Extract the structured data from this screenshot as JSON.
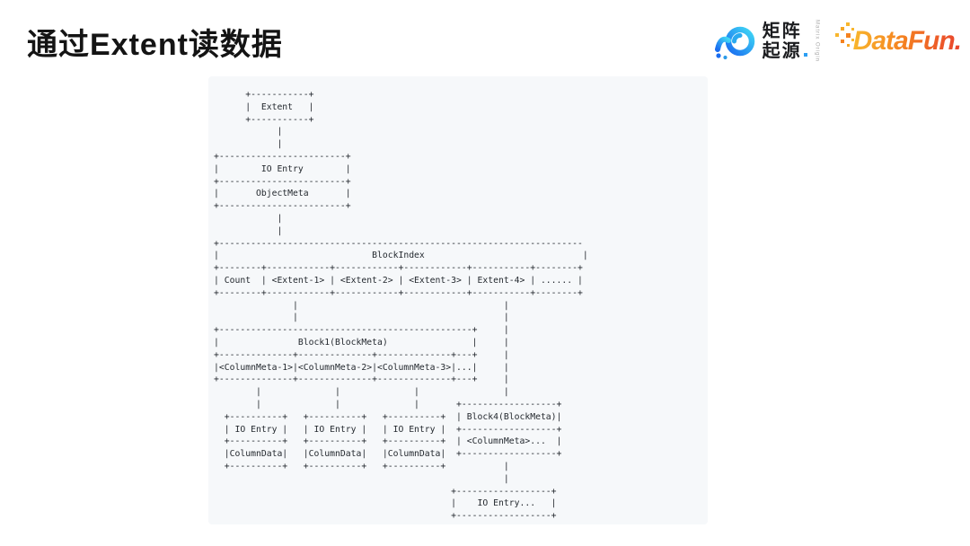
{
  "slide": {
    "title": "通过Extent读数据"
  },
  "header": {
    "matrixorigin": {
      "name_line1": "矩阵",
      "name_line2": "起源",
      "tagline": "Matrix Origin",
      "brand_blue": "#2b9ef3",
      "brand_cyan": "#3fd6f5"
    },
    "datafun": {
      "wordmark": "DataFun.",
      "gradient_start": "#f8b62d",
      "gradient_mid": "#f58220",
      "gradient_end": "#e8432d"
    }
  },
  "diagram": {
    "background": "#f6f8fa",
    "text_color": "#24292f",
    "node_labels": [
      "Extent",
      "IO Entry",
      "ObjectMeta",
      "BlockIndex",
      "Count",
      "<Extent-1>",
      "<Extent-2>",
      "<Extent-3>",
      "Extent-4>",
      "......",
      "Block1(BlockMeta)",
      "<ColumnMeta-1>",
      "<ColumnMeta-2>",
      "<ColumnMeta-3>",
      "...",
      "ColumnData",
      "Block4(BlockMeta)",
      "<ColumnMeta>...",
      "IO Entry..."
    ],
    "ascii_lines": [
      "      +-----------+",
      "      |  Extent   |",
      "      +-----------+",
      "            |",
      "            |",
      "+------------------------+",
      "|        IO Entry        |",
      "+------------------------+",
      "|       ObjectMeta       |",
      "+------------------------+",
      "            |",
      "            |",
      "+---------------------------------------------------------------------",
      "|                             BlockIndex                              |",
      "+--------+------------+------------+------------+-----------+--------+",
      "| Count  | <Extent-1> | <Extent-2> | <Extent-3> | Extent-4> | ...... |",
      "+--------+------------+------------+------------+-----------+--------+",
      "               |                                       |",
      "               |                                       |",
      "+------------------------------------------------+     |",
      "|               Block1(BlockMeta)                |     |",
      "+--------------+--------------+--------------+---+     |",
      "|<ColumnMeta-1>|<ColumnMeta-2>|<ColumnMeta-3>|...|     |",
      "+--------------+--------------+--------------+---+     |",
      "        |              |              |                |",
      "        |              |              |       +------------------+",
      "  +----------+   +----------+   +----------+  | Block4(BlockMeta)|",
      "  | IO Entry |   | IO Entry |   | IO Entry |  +------------------+",
      "  +----------+   +----------+   +----------+  | <ColumnMeta>...  |",
      "  |ColumnData|   |ColumnData|   |ColumnData|  +------------------+",
      "  +----------+   +----------+   +----------+           |",
      "                                                       |",
      "                                             +------------------+",
      "                                             |    IO Entry...   |",
      "                                             +------------------+"
    ]
  }
}
